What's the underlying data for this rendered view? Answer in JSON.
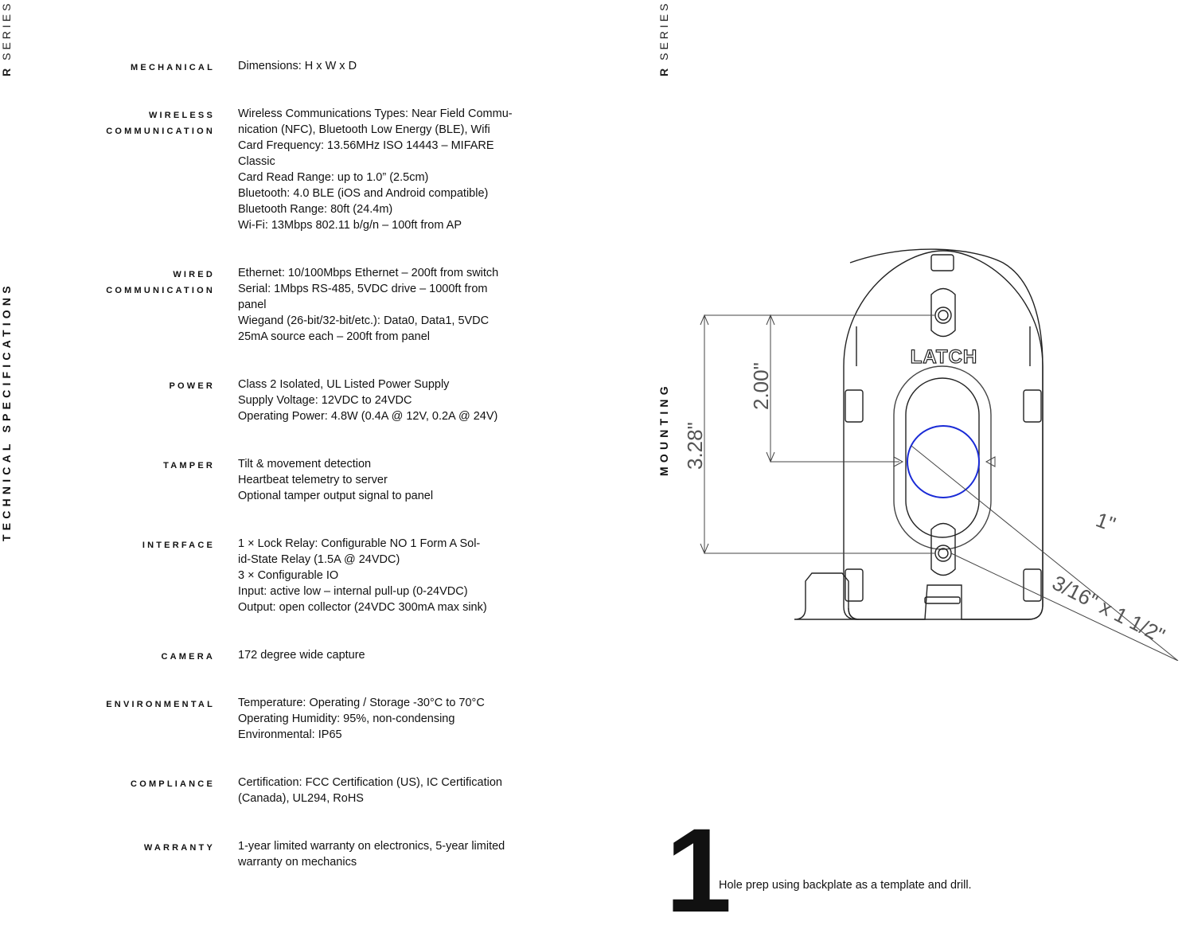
{
  "left_page": {
    "series": {
      "letter": "R",
      "word": "SERIES"
    },
    "side_title": "TECHNICAL SPECIFICATIONS",
    "specs": [
      {
        "label": [
          "MECHANICAL"
        ],
        "lines": [
          "Dimensions: H x W x D"
        ]
      },
      {
        "label": [
          "WIRELESS",
          "COMMUNICATION"
        ],
        "lines": [
          "Wireless Communications Types: Near Field Commu-",
          "nication (NFC), Bluetooth Low Energy (BLE), Wifi",
          "Card Frequency: 13.56MHz ISO 14443 – MIFARE",
          "Classic",
          "Card Read Range: up to 1.0” (2.5cm)",
          "Bluetooth: 4.0 BLE (iOS and Android compatible)",
          "Bluetooth Range: 80ft (24.4m)",
          "Wi-Fi: 13Mbps 802.11 b/g/n – 100ft from AP"
        ]
      },
      {
        "label": [
          "WIRED",
          "COMMUNICATION"
        ],
        "lines": [
          "Ethernet: 10/100Mbps Ethernet – 200ft from switch",
          "Serial: 1Mbps RS-485, 5VDC drive – 1000ft from",
          "panel",
          "Wiegand (26-bit/32-bit/etc.): Data0, Data1, 5VDC",
          "25mA source each – 200ft from panel"
        ]
      },
      {
        "label": [
          "POWER"
        ],
        "lines": [
          "Class 2 Isolated, UL Listed Power Supply",
          "Supply Voltage: 12VDC to 24VDC",
          "Operating Power: 4.8W (0.4A @ 12V, 0.2A @ 24V)"
        ]
      },
      {
        "label": [
          "TAMPER"
        ],
        "lines": [
          "Tilt & movement detection",
          "Heartbeat telemetry to server",
          "Optional tamper output signal to panel"
        ]
      },
      {
        "label": [
          "INTERFACE"
        ],
        "lines": [
          "1 × Lock Relay: Configurable NO 1 Form A Sol-",
          "id-State Relay (1.5A @ 24VDC)",
          "3 × Configurable IO",
          "Input: active low – internal pull-up (0-24VDC)",
          "Output: open collector (24VDC 300mA max sink)"
        ]
      },
      {
        "label": [
          "CAMERA"
        ],
        "lines": [
          "172 degree wide capture"
        ]
      },
      {
        "label": [
          "ENVIRONMENTAL"
        ],
        "lines": [
          "Temperature: Operating / Storage -30°C to 70°C",
          "Operating Humidity: 95%, non-condensing",
          "Environmental: IP65"
        ]
      },
      {
        "label": [
          "COMPLIANCE"
        ],
        "lines": [
          "Certification: FCC Certification (US), IC Certification",
          "(Canada), UL294, RoHS"
        ]
      },
      {
        "label": [
          "WARRANTY"
        ],
        "lines": [
          "1-year limited warranty on electronics, 5-year limited",
          "warranty on mechanics"
        ]
      }
    ]
  },
  "right_page": {
    "series": {
      "letter": "R",
      "word": "SERIES"
    },
    "side_title": "MOUNTING",
    "drawing": {
      "logo_text": "LATCH",
      "dim_outer": "3.28\"",
      "dim_inner": "2.00\"",
      "hole_size": "1\"",
      "screw_size": "3/16\" x 1 1/2\"",
      "accent_color": "#1a2bd6"
    },
    "step": {
      "number": "1",
      "text": "Hole prep using backplate as a template and drill."
    }
  }
}
